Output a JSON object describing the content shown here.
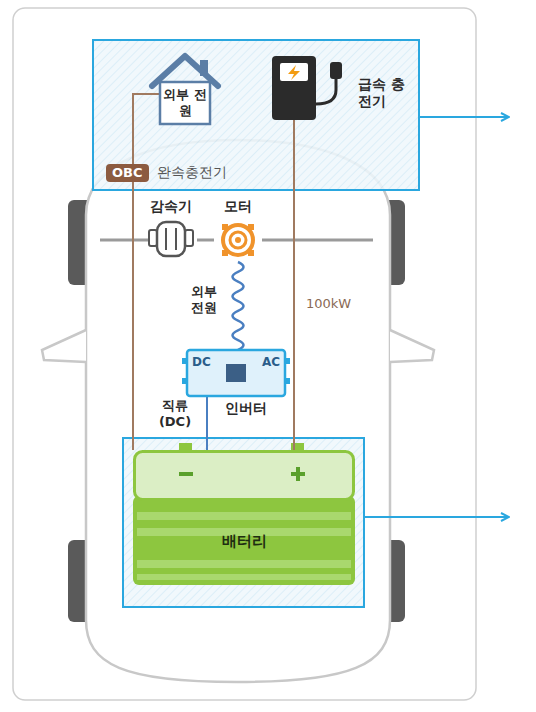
{
  "diagram": {
    "nodes": [
      {
        "text": [
          "외부 전원"
        ]
      },
      {
        "text": [
          "급속 충전기"
        ]
      },
      {
        "text": [
          "OBC",
          "완속충전기"
        ]
      },
      {
        "text": [
          "감속기"
        ]
      },
      {
        "text": [
          "모터"
        ]
      },
      {
        "text": [
          "DC",
          "AC",
          "인버터"
        ]
      },
      {
        "text": [
          "배터리"
        ]
      }
    ],
    "edges": [
      {
        "from": 0,
        "to": 6,
        "arrow": "none"
      },
      {
        "from": 1,
        "to": 6,
        "label": "100kW",
        "arrow": "none"
      },
      {
        "from": 4,
        "to": 5,
        "label": "외부 전원",
        "arrow": "none"
      },
      {
        "from": 5,
        "to": 6,
        "label": "직류 (DC)",
        "arrow": "none"
      },
      {
        "from": 3,
        "to": 4,
        "arrow": "none"
      }
    ]
  }
}
